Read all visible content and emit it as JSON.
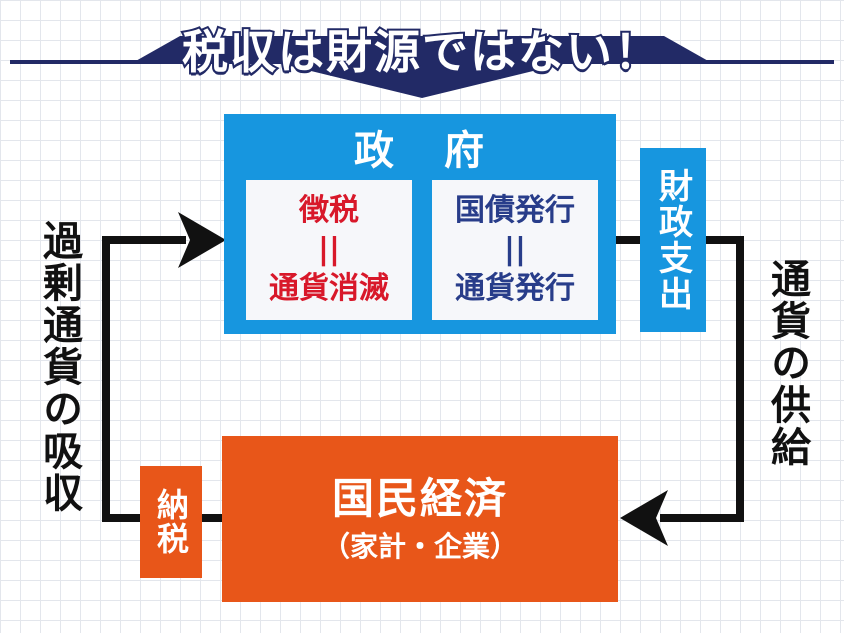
{
  "title": "税収は財源ではない！",
  "government": {
    "label_part1": "政",
    "label_part2": "府",
    "left_box": {
      "top": "徴税",
      "eq": "||",
      "bottom": "通貨消滅"
    },
    "right_box": {
      "top": "国債発行",
      "eq": "||",
      "bottom": "通貨発行"
    }
  },
  "fiscal_spending_tag": "財政支出",
  "economy": {
    "label": "国民経済",
    "sub": "（家計・企業）"
  },
  "tax_tag": "納税",
  "left_flow_label": "過剰通貨の吸収",
  "right_flow_label": "通貨の供給",
  "colors": {
    "government_blue": "#1796df",
    "economy_orange": "#e85619",
    "tax_red": "#d8182a",
    "bond_navy": "#283d8a",
    "title_navy": "#222a66"
  }
}
